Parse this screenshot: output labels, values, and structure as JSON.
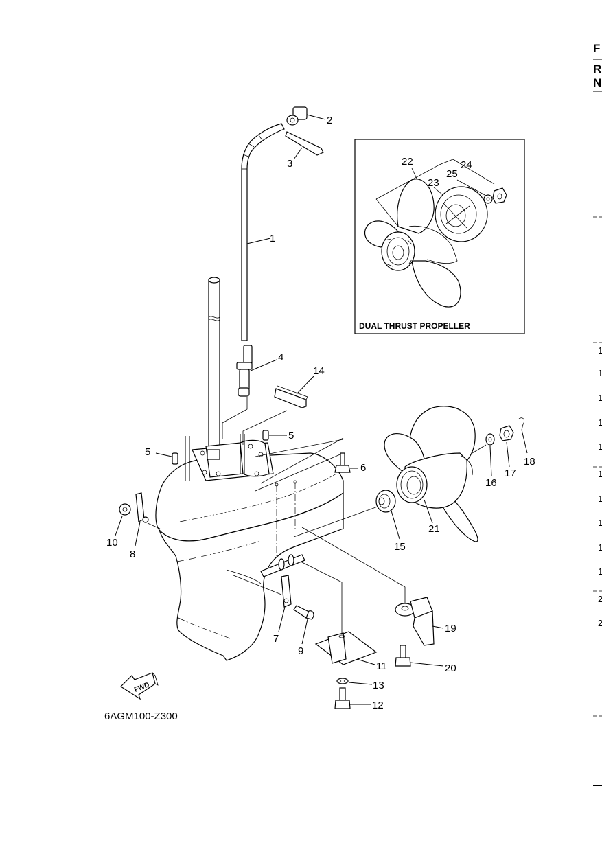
{
  "header": {
    "fig_letter": "F",
    "ref_letter": "R",
    "no_letter": "N"
  },
  "inset": {
    "title": "DUAL THRUST PROPELLER"
  },
  "diagram_code": "6AGM100-Z300",
  "fwd_label": "FWD",
  "callouts": [
    "1",
    "2",
    "3",
    "4",
    "5",
    "5",
    "6",
    "7",
    "8",
    "9",
    "10",
    "11",
    "12",
    "13",
    "14",
    "15",
    "16",
    "17",
    "18",
    "19",
    "20",
    "21",
    "22",
    "23",
    "24",
    "25"
  ],
  "side_numbers": [
    "1",
    "1",
    "1",
    "1",
    "1",
    "1",
    "1",
    "1",
    "1",
    "1",
    "2",
    "2"
  ]
}
